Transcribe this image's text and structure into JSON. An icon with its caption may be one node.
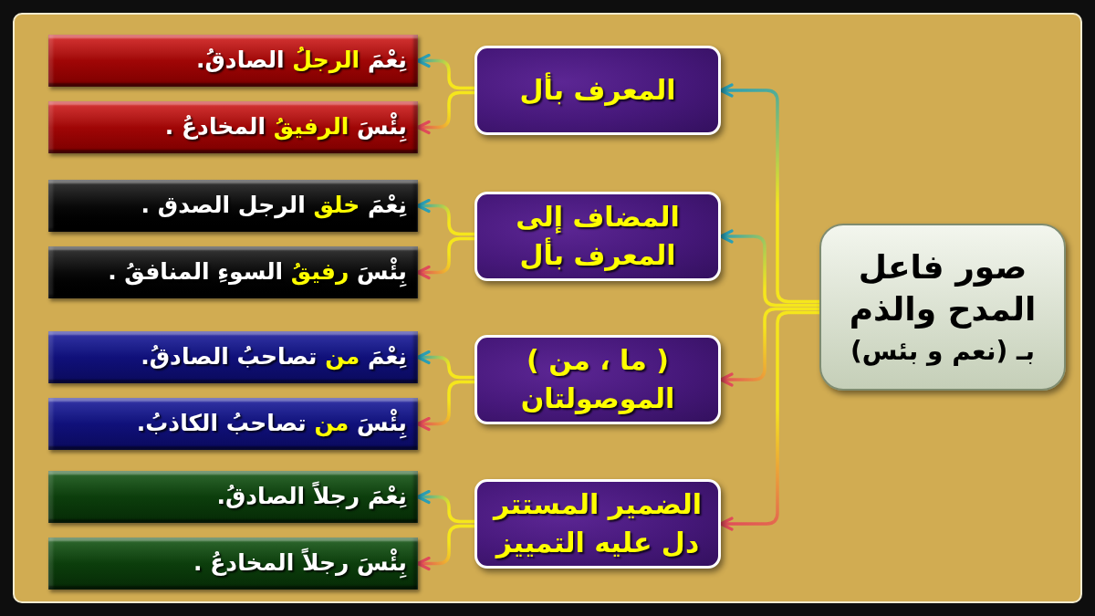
{
  "diagram": {
    "nodes": [
      {
        "text": [
          "صور فاعل المدح والذم",
          "بـ (نعم و بئس)"
        ]
      },
      {
        "text": [
          "المعرف بأل"
        ]
      },
      {
        "text": [
          "نِعْمَ **الرجلُ** الصادقُ."
        ]
      },
      {
        "text": [
          "بِئْسَ **الرفيقُ** المخادعُ ."
        ]
      },
      {
        "text": [
          "المضاف إلى المعرف بأل"
        ]
      },
      {
        "text": [
          "نِعْمَ **خلق** الرجل الصدق ."
        ]
      },
      {
        "text": [
          "بِئْسَ **رفيقُ** السوءِ المنافقُ ."
        ]
      },
      {
        "text": [
          "( ما ، من ) الموصولتان"
        ]
      },
      {
        "text": [
          "نِعْمَ **من** تصاحبُ الصادقُ."
        ]
      },
      {
        "text": [
          "بِئْسَ **من** تصاحبُ الكاذبُ."
        ]
      },
      {
        "text": [
          "الضمير المستتر دل عليه التمييز"
        ]
      },
      {
        "text": [
          "نِعْمَ رجلاً الصادقُ."
        ]
      },
      {
        "text": [
          "بِئْسَ رجلاً المخادعُ ."
        ]
      }
    ],
    "edges": [
      {
        "from": 0,
        "to": 1,
        "arrow": "to",
        "color": "#2a9fb5"
      },
      {
        "from": 0,
        "to": 4,
        "arrow": "to",
        "color": "#2a9fb5"
      },
      {
        "from": 0,
        "to": 7,
        "arrow": "to",
        "color": "#e04b5a"
      },
      {
        "from": 0,
        "to": 10,
        "arrow": "to",
        "color": "#e04b5a"
      },
      {
        "from": 1,
        "to": 2,
        "arrow": "to",
        "color": "#2a9fb5"
      },
      {
        "from": 1,
        "to": 3,
        "arrow": "to",
        "color": "#e04b5a"
      },
      {
        "from": 4,
        "to": 5,
        "arrow": "to",
        "color": "#2a9fb5"
      },
      {
        "from": 4,
        "to": 6,
        "arrow": "to",
        "color": "#e04b5a"
      },
      {
        "from": 7,
        "to": 8,
        "arrow": "to",
        "color": "#2a9fb5"
      },
      {
        "from": 7,
        "to": 9,
        "arrow": "to",
        "color": "#e04b5a"
      },
      {
        "from": 10,
        "to": 11,
        "arrow": "to",
        "color": "#2a9fb5"
      },
      {
        "from": 10,
        "to": 12,
        "arrow": "to",
        "color": "#e04b5a"
      }
    ]
  }
}
